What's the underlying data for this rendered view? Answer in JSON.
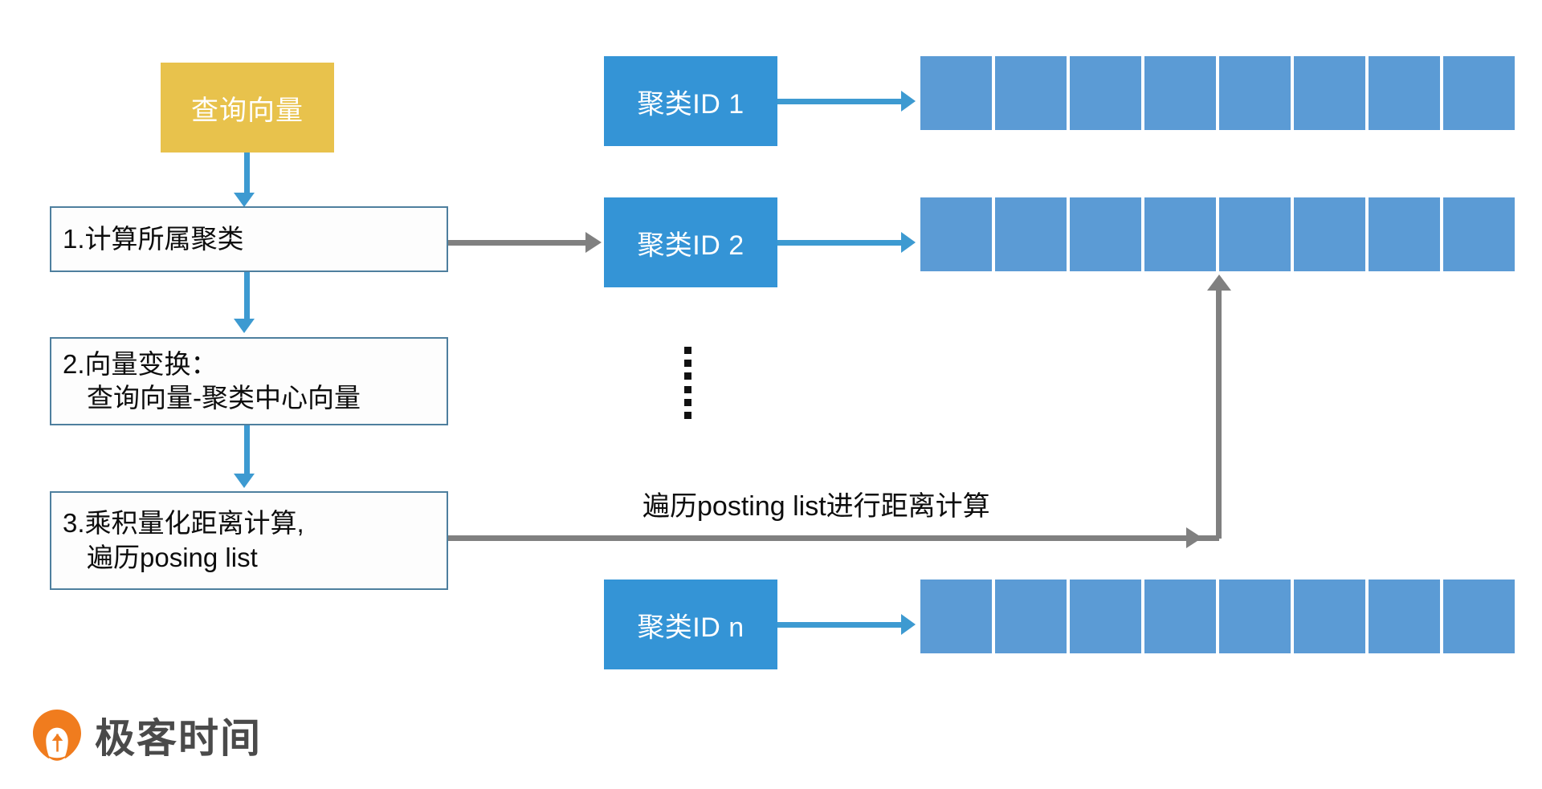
{
  "diagram": {
    "title": "IVFPQ query flow",
    "query_box": {
      "label": "查询向量"
    },
    "steps": [
      {
        "id": "step-1",
        "line1": "1.计算所属聚类",
        "line2": ""
      },
      {
        "id": "step-2",
        "line1": "2.向量变换：",
        "line2": "查询向量-聚类中心向量"
      },
      {
        "id": "step-3",
        "line1": "3.乘积量化距离计算,",
        "line2": "遍历posing list"
      }
    ],
    "clusters": [
      {
        "id": "cluster-1",
        "label": "聚类ID 1",
        "cells": 8
      },
      {
        "id": "cluster-2",
        "label": "聚类ID 2",
        "cells": 8
      },
      {
        "id": "cluster-n",
        "label": "聚类ID n",
        "cells": 8
      }
    ],
    "ellipsis_dots": 6,
    "caption": "遍历posting list进行距离计算",
    "logo": {
      "text": "极客时间"
    },
    "colors": {
      "query_fill": "#E8C24C",
      "cluster_fill": "#3494D6",
      "cell_fill": "#5B9BD5",
      "blue_arrow": "#3D9AD1",
      "gray_arrow": "#808080",
      "box_border": "#4E7F9E",
      "logo_orange": "#F07C1E",
      "logo_text": "#4a4a4a",
      "background": "#FFFFFF"
    }
  }
}
